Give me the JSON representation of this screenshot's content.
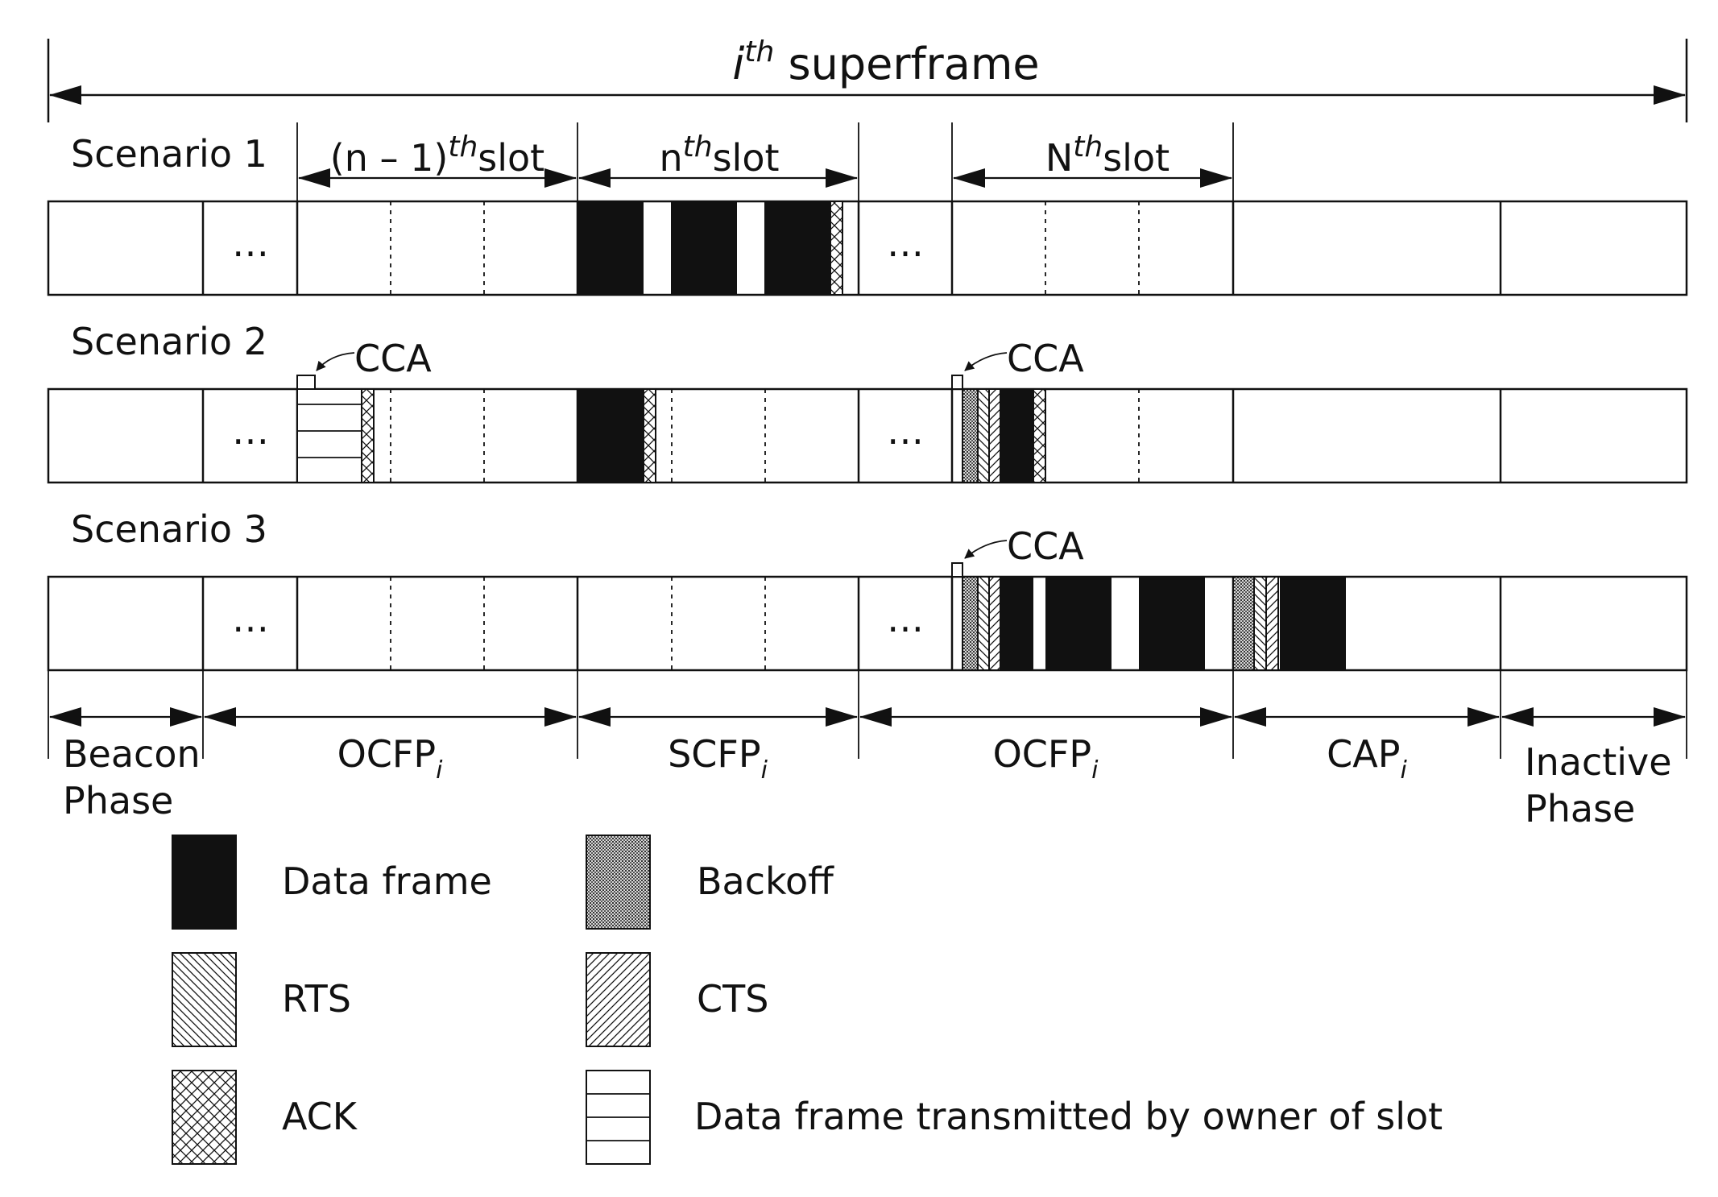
{
  "title": {
    "base": "i",
    "sup": "th",
    "rest": " superframe"
  },
  "scenarios": [
    "Scenario 1",
    "Scenario 2",
    "Scenario 3"
  ],
  "slot_labels": {
    "prev": {
      "pre": "(n – 1)",
      "sup": "th",
      "post": "slot"
    },
    "nth": {
      "pre": "n",
      "sup": "th",
      "post": "slot"
    },
    "last": {
      "pre": "N",
      "sup": "th",
      "post": "slot"
    }
  },
  "ellipsis": "…",
  "cca_label": "CCA",
  "phases": [
    {
      "label": "Beacon",
      "label2": "Phase"
    },
    {
      "label": "OCFP",
      "sub": "i"
    },
    {
      "label": "SCFP",
      "sub": "i"
    },
    {
      "label": "OCFP",
      "sub": "i"
    },
    {
      "label": "CAP",
      "sub": "i"
    },
    {
      "label": "Inactive",
      "label2": "Phase"
    }
  ],
  "legend": [
    {
      "key": "data",
      "label": "Data frame"
    },
    {
      "key": "backoff",
      "label": "Backoff"
    },
    {
      "key": "rts",
      "label": "RTS"
    },
    {
      "key": "cts",
      "label": "CTS"
    },
    {
      "key": "ack",
      "label": "ACK"
    },
    {
      "key": "owner",
      "label": "Data frame transmitted by owner of slot"
    }
  ],
  "colors": {
    "line": "#111111",
    "data_frame": "#111111",
    "background": "#ffffff"
  }
}
